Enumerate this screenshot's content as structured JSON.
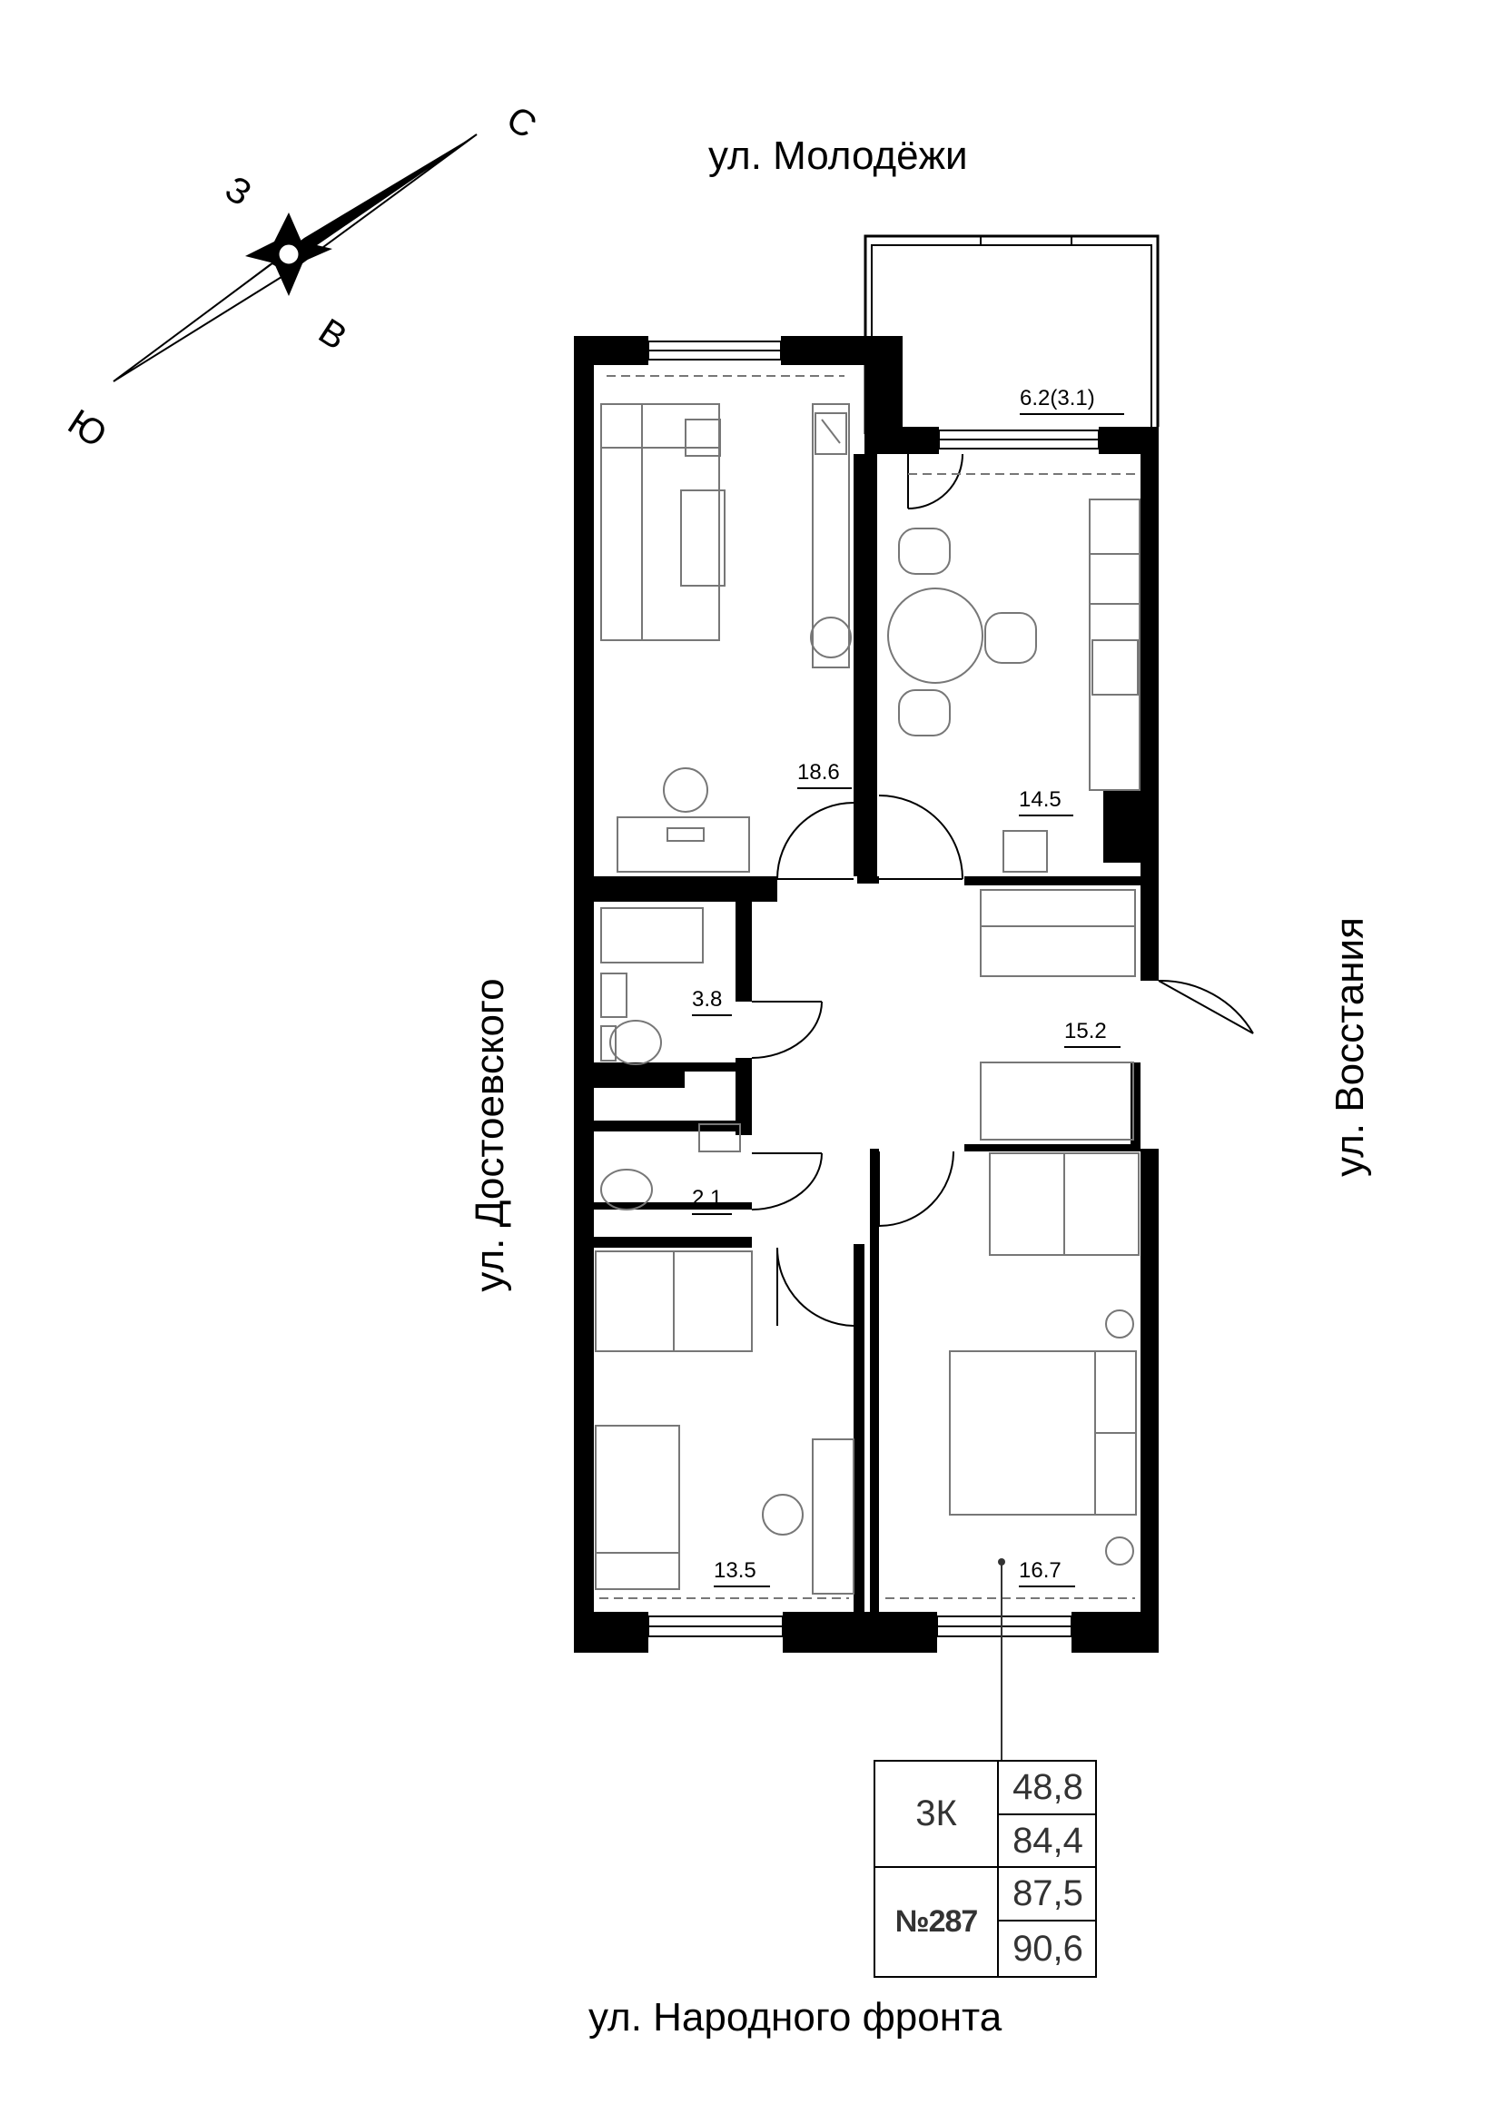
{
  "streets": {
    "top": "ул. Молодёжи",
    "bottom": "ул. Народного фронта",
    "left": "ул. Достоевского",
    "right": "ул. Восстания"
  },
  "compass": {
    "north": "С",
    "south": "Ю",
    "east": "В",
    "west": "З"
  },
  "rooms": {
    "balcony": "6.2(3.1)",
    "living_room": "18.6",
    "kitchen": "14.5",
    "bathroom": "3.8",
    "toilet": "2.1",
    "hall": "15.2",
    "bedroom_left": "13.5",
    "bedroom_right": "16.7"
  },
  "summary": {
    "type": "3К",
    "number": "№287",
    "area_living": "48,8",
    "area_total": "84,4",
    "area_with_balcony_reduced": "87,5",
    "area_with_balcony_full": "90,6"
  }
}
